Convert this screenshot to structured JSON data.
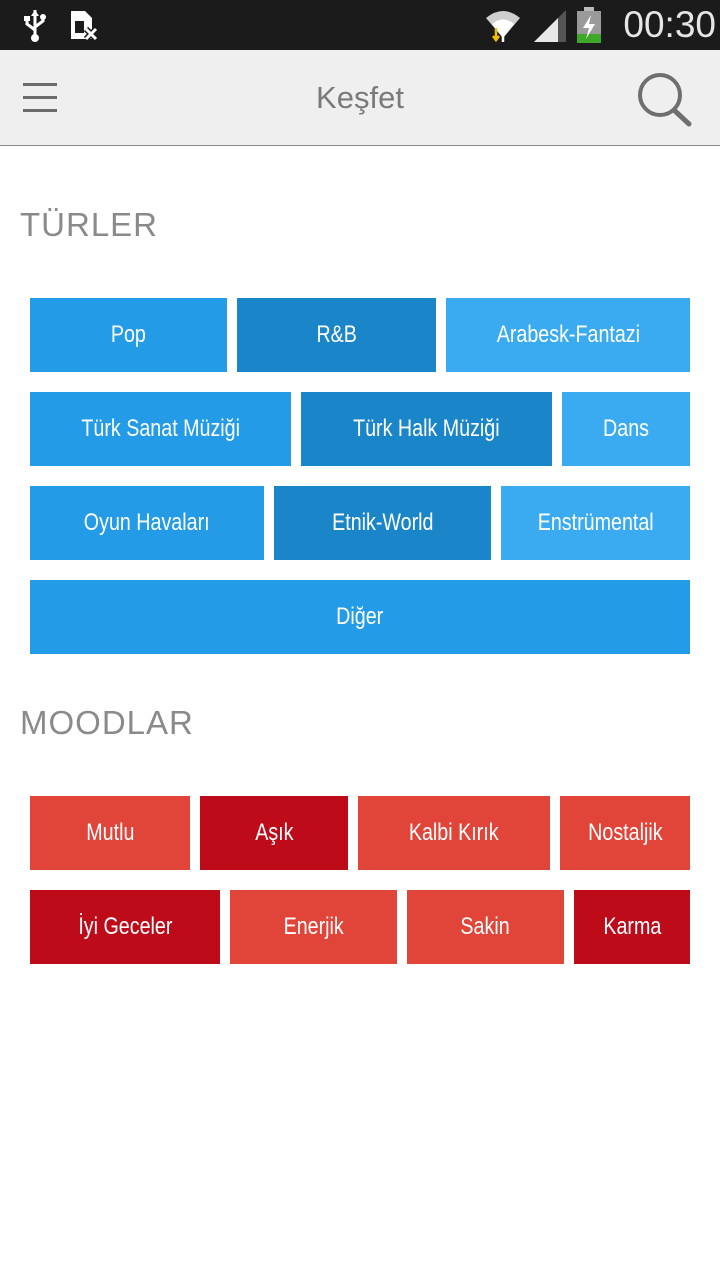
{
  "status_bar": {
    "time": "00:30",
    "icons": [
      "usb-icon",
      "sim-missing-icon",
      "wifi-icon",
      "signal-icon",
      "battery-charging-icon"
    ]
  },
  "app_bar": {
    "title": "Keşfet",
    "menu_icon": "hamburger-menu-icon",
    "search_icon": "search-icon"
  },
  "genres": {
    "heading": "TÜRLER",
    "items": [
      {
        "label": "Pop"
      },
      {
        "label": "R&B"
      },
      {
        "label": "Arabesk-Fantazi"
      },
      {
        "label": "Türk Sanat Müziği"
      },
      {
        "label": "Türk Halk Müziği"
      },
      {
        "label": "Dans"
      },
      {
        "label": "Oyun Havaları"
      },
      {
        "label": "Etnik-World"
      },
      {
        "label": "Enstrümental"
      },
      {
        "label": "Diğer"
      }
    ]
  },
  "moods": {
    "heading": "MOODLAR",
    "items": [
      {
        "label": "Mutlu"
      },
      {
        "label": "Aşık"
      },
      {
        "label": "Kalbi Kırık"
      },
      {
        "label": "Nostaljik"
      },
      {
        "label": "İyi Geceler"
      },
      {
        "label": "Enerjik"
      },
      {
        "label": "Sakin"
      },
      {
        "label": "Karma"
      }
    ]
  },
  "colors": {
    "genre_blue": "#239be6",
    "genre_blue_dark": "#1b85ca",
    "genre_blue_light": "#3aabf1",
    "mood_red": "#e14438",
    "mood_red_dark": "#bd0b1a"
  }
}
